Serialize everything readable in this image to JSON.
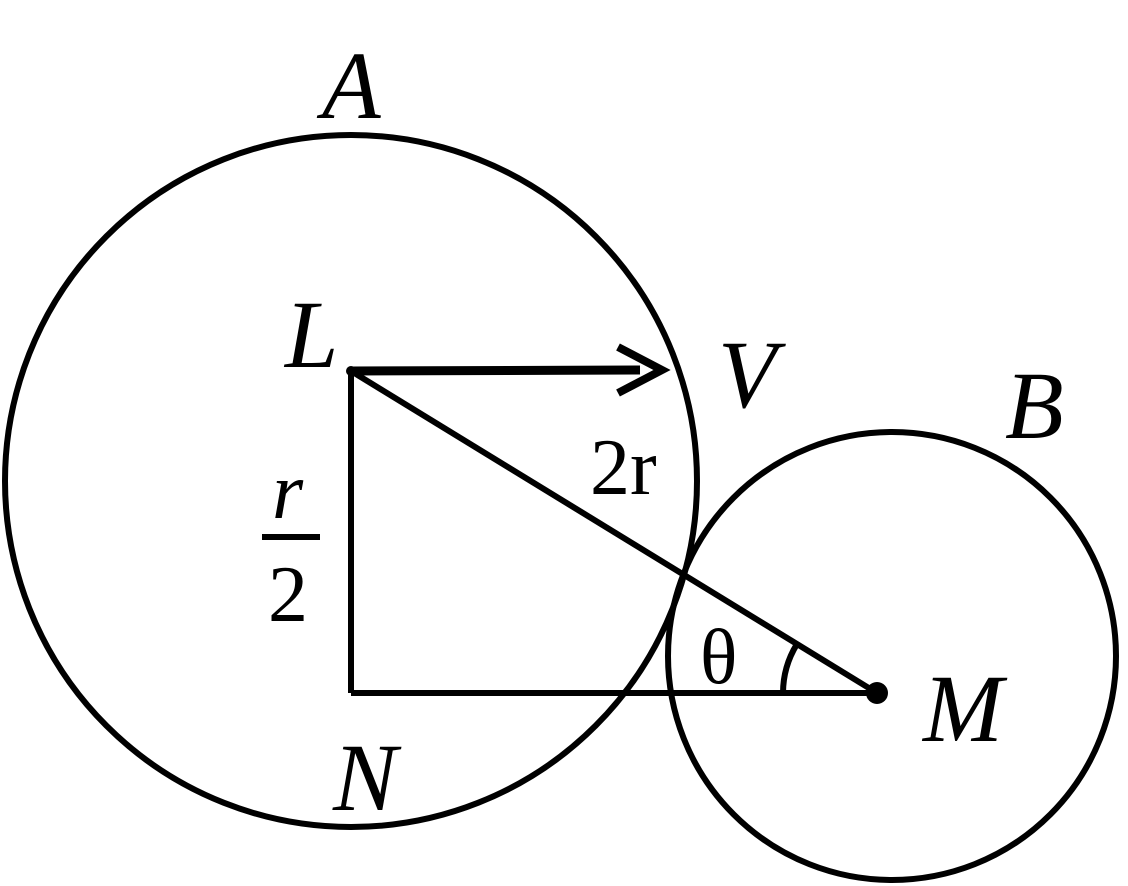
{
  "labels": {
    "circle_a": "A",
    "circle_b": "B",
    "point_l": "L",
    "point_n": "N",
    "point_m": "M",
    "velocity": "V",
    "hypotenuse": "2r",
    "side_numerator": "r",
    "side_denominator": "2",
    "angle": "θ"
  }
}
